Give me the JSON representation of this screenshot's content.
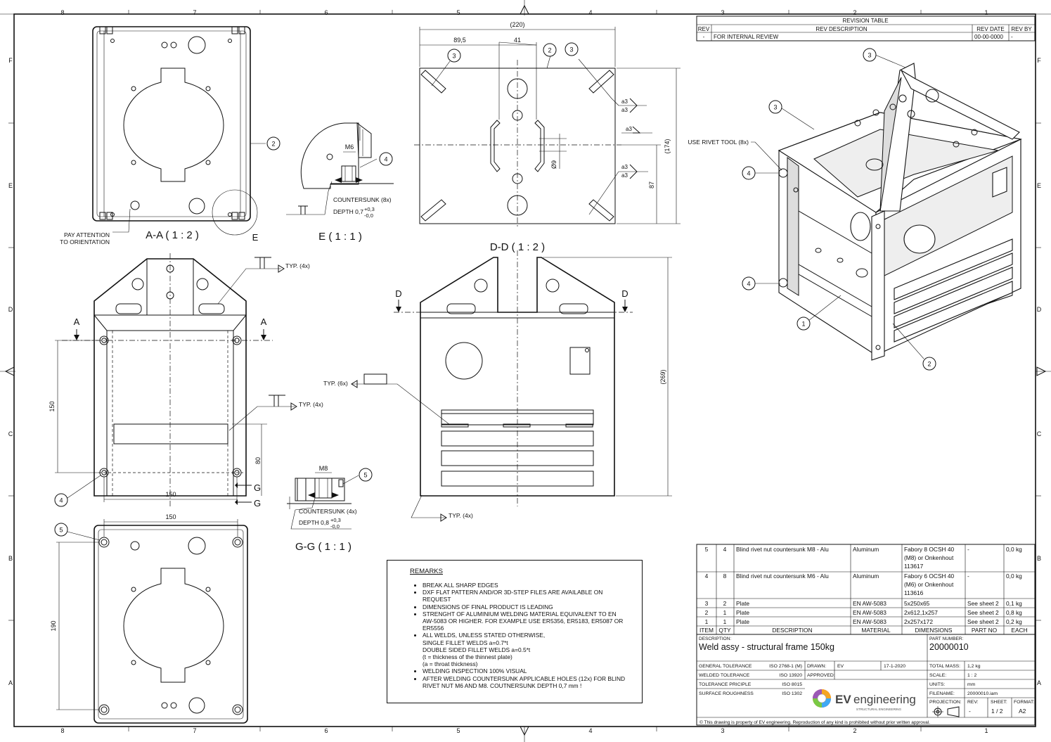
{
  "border": {
    "columns": [
      "8",
      "7",
      "6",
      "5",
      "4",
      "3",
      "2",
      "1"
    ],
    "rows": [
      "F",
      "E",
      "D",
      "C",
      "B",
      "A"
    ]
  },
  "revision_table": {
    "title": "REVISION TABLE",
    "headers": [
      "REV",
      "REV DESCRIPTION",
      "REV DATE",
      "REV BY"
    ],
    "rows": [
      [
        "-",
        "FOR INTERNAL REVIEW",
        "00-00-0000",
        "-"
      ]
    ]
  },
  "views": {
    "aa": "A-A ( 1 : 2 )",
    "e": "E ( 1 : 1 )",
    "dd": "D-D ( 1 : 2 )",
    "gg": "G-G ( 1 : 1 )"
  },
  "labels": {
    "e_marker": "E",
    "a_left": "A",
    "a_right": "A",
    "d_left": "D",
    "d_right": "D",
    "g_top": "G",
    "g_bottom": "G",
    "pay_attention_1": "PAY ATTENTION",
    "pay_attention_2": "TO ORIENTATION",
    "m6": "M6",
    "m8": "M8",
    "countersunk_8x": "COUNTERSUNK (8x)",
    "countersunk_4x": "COUNTERSUNK (4x)",
    "depth_07": "DEPTH 0,7",
    "depth_08": "DEPTH 0,8",
    "tol_plus": "+0,3",
    "tol_minus": "-0,0",
    "typ_4x": "TYP. (4x)",
    "typ_6x": "TYP. (6x)",
    "use_rivet_tool": "USE RIVET TOOL (8x)",
    "weld_a3": "a3"
  },
  "dimensions": {
    "d220": "(220)",
    "d89_5": "89,5",
    "d41": "41",
    "d174": "(174)",
    "d87": "87",
    "dia9": "Ø9",
    "d269": "(269)",
    "d150_front": "150",
    "d150_front_v": "150",
    "d80": "80",
    "d150_bottom": "150",
    "d190": "190"
  },
  "balloons": {
    "b1": "1",
    "b2": "2",
    "b3": "3",
    "b4": "4",
    "b5": "5"
  },
  "remarks": {
    "title": "REMARKS",
    "items": [
      "BREAK ALL SHARP EDGES",
      "DXF FLAT PATTERN AND/OR 3D-STEP FILES ARE AVAILABLE ON\nREQUEST",
      "DIMENSIONS OF FINAL PRODUCT IS LEADING",
      "STRENGHT OF ALUMINIUM WELDING MATERIAL EQUIVALENT TO EN\nAW-5083  OR HIGHER. FOR EXAMPLE USE ER5356, ER5183, ER5087 OR\nER5556",
      "ALL WELDS, UNLESS STATED OTHERWISE,\n    SINGLE FILLET WELDS  a=0.7*t\n    DOUBLE SIDED FILLET WELDS a=0.5*t\n    (t = thickness of the thinnest plate)\n    (a = throat thickness)",
      "WELDING INSPECTION 100% VISUAL",
      "AFTER WELDING COUNTERSUNK APPLICABLE HOLES (12x) FOR BLIND\nRIVET NUT M6 AND M8. COUTNERSUNK DEPTH 0,7 mm !"
    ]
  },
  "bom": {
    "rows": [
      {
        "item": "5",
        "qty": "4",
        "desc": "Blind rivet nut countersunk M8 - Alu",
        "material": "Aluminum",
        "dims": [
          "Fabory 8 OCSH 40",
          "(M8) or Onkenhout",
          "113617"
        ],
        "part": "-",
        "each": "0,0 kg"
      },
      {
        "item": "4",
        "qty": "8",
        "desc": "Blind rivet nut countersunk M6 - Alu",
        "material": "Aluminum",
        "dims": [
          "Fabory 6 OCSH 40",
          "(M6) or Onkenhout",
          "113616"
        ],
        "part": "-",
        "each": "0,0 kg"
      },
      {
        "item": "3",
        "qty": "2",
        "desc": "Plate",
        "material": "EN AW-5083",
        "dims": [
          "5x250x65"
        ],
        "part": "See sheet 2",
        "each": "0,1 kg"
      },
      {
        "item": "2",
        "qty": "1",
        "desc": "Plate",
        "material": "EN AW-5083",
        "dims": [
          "2x612,1x257"
        ],
        "part": "See sheet 2",
        "each": "0,8 kg"
      },
      {
        "item": "1",
        "qty": "1",
        "desc": "Plate",
        "material": "EN AW-5083",
        "dims": [
          "2x257x172"
        ],
        "part": "See sheet 2",
        "each": "0,2 kg"
      }
    ],
    "headers": [
      "ITEM",
      "QTY",
      "DESCRIPTION",
      "MATERIAL",
      "DIMENSIONS",
      "PART NO",
      "EACH"
    ]
  },
  "title_block": {
    "description_label": "DESCRIPTION:",
    "description": "Weld assy - structural frame 150kg",
    "part_number_label": "PART NUMBER:",
    "part_number": "20000010",
    "general_tolerance_label": "GENERAL TOLERANCE",
    "general_tolerance": "ISO 2768-1 (M)",
    "welded_tolerance_label": "WELDED TOLERANCE",
    "welded_tolerance": "ISO 13920",
    "tolerance_principle_label": "TOLERANCE PRICIPLE",
    "tolerance_principle": "ISO 8015",
    "surface_roughness_label": "SURFACE ROUGHNESS",
    "surface_roughness": "ISO 1302",
    "drawn_label": "DRAWN:",
    "drawn_by": "EV",
    "drawn_date": "17-1-2020",
    "approved_label": "APPROVED:",
    "total_mass_label": "TOTAL MASS:",
    "total_mass": "1,2 kg",
    "scale_label": "SCALE:",
    "scale": "1 : 2",
    "units_label": "UNITS:",
    "units": "mm",
    "filename_label": "FILENAME:",
    "filename": "20000010.iam",
    "projection_label": "PROJECTION:",
    "rev_label": "REV:",
    "rev": "-",
    "sheet_label": "SHEET:",
    "sheet": "1 / 2",
    "format_label": "FORMAT:",
    "format": "A2",
    "logo_ev": "EV",
    "logo_engineering": "engineering",
    "logo_sub": "STRUCTURAL  ENGINEERING",
    "copyright": "© This drawing is property of EV engineering. Reproduction of any kind is prohibited without prior written approval."
  }
}
